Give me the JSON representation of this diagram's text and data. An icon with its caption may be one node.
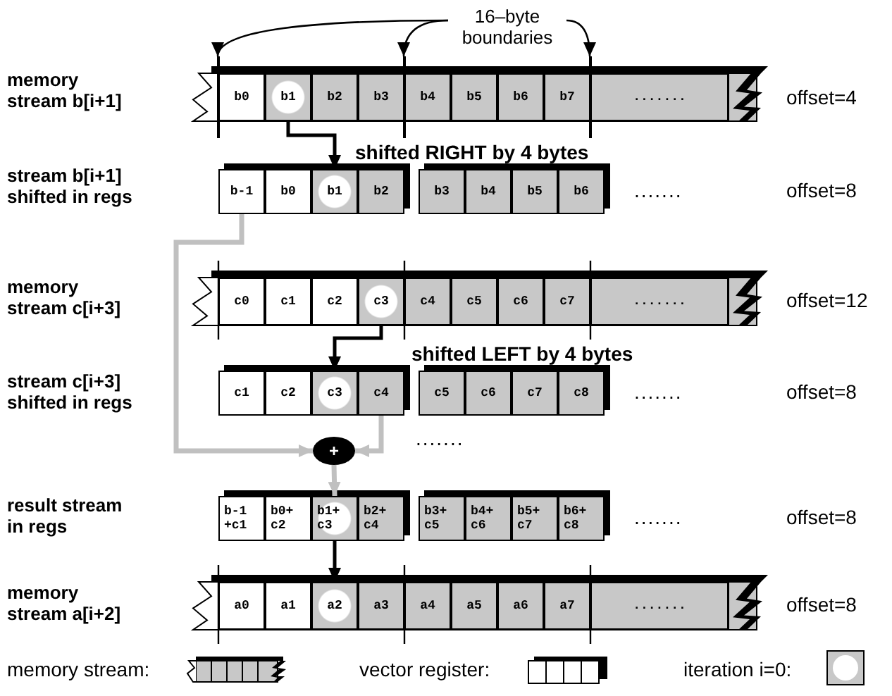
{
  "diagram": {
    "nodes": [
      {
        "text": [
          "16–byte boundaries"
        ]
      },
      {
        "text": [
          "b0"
        ]
      },
      {
        "text": [
          "b1"
        ]
      },
      {
        "text": [
          "b2"
        ]
      },
      {
        "text": [
          "b3"
        ]
      },
      {
        "text": [
          "b4"
        ]
      },
      {
        "text": [
          "b5"
        ]
      },
      {
        "text": [
          "b6"
        ]
      },
      {
        "text": [
          "b7"
        ]
      },
      {
        "text": [
          "......."
        ]
      },
      {
        "text": [
          "b-1"
        ]
      },
      {
        "text": [
          "b0"
        ]
      },
      {
        "text": [
          "b1"
        ]
      },
      {
        "text": [
          "b2"
        ]
      },
      {
        "text": [
          "b3"
        ]
      },
      {
        "text": [
          "b4"
        ]
      },
      {
        "text": [
          "b5"
        ]
      },
      {
        "text": [
          "b6"
        ]
      },
      {
        "text": [
          "c0"
        ]
      },
      {
        "text": [
          "c1"
        ]
      },
      {
        "text": [
          "c2"
        ]
      },
      {
        "text": [
          "c3"
        ]
      },
      {
        "text": [
          "c4"
        ]
      },
      {
        "text": [
          "c5"
        ]
      },
      {
        "text": [
          "c6"
        ]
      },
      {
        "text": [
          "c7"
        ]
      },
      {
        "text": [
          "......."
        ]
      },
      {
        "text": [
          "c1"
        ]
      },
      {
        "text": [
          "c2"
        ]
      },
      {
        "text": [
          "c3"
        ]
      },
      {
        "text": [
          "c4"
        ]
      },
      {
        "text": [
          "c5"
        ]
      },
      {
        "text": [
          "c6"
        ]
      },
      {
        "text": [
          "c7"
        ]
      },
      {
        "text": [
          "c8"
        ]
      },
      {
        "text": [
          "+"
        ]
      },
      {
        "text": [
          "b-1 +c1"
        ]
      },
      {
        "text": [
          "b0+ c2"
        ]
      },
      {
        "text": [
          "b1+ c3"
        ]
      },
      {
        "text": [
          "b2+ c4"
        ]
      },
      {
        "text": [
          "b3+ c5"
        ]
      },
      {
        "text": [
          "b4+ c6"
        ]
      },
      {
        "text": [
          "b5+ c7"
        ]
      },
      {
        "text": [
          "b6+ c8"
        ]
      },
      {
        "text": [
          "a0"
        ]
      },
      {
        "text": [
          "a1"
        ]
      },
      {
        "text": [
          "a2"
        ]
      },
      {
        "text": [
          "a3"
        ]
      },
      {
        "text": [
          "a4"
        ]
      },
      {
        "text": [
          "a5"
        ]
      },
      {
        "text": [
          "a6"
        ]
      },
      {
        "text": [
          "a7"
        ]
      },
      {
        "text": [
          "......."
        ]
      },
      {
        "text": [],
        "shape": "line"
      },
      {
        "text": [],
        "shape": "line"
      },
      {
        "text": [],
        "shape": "line"
      }
    ],
    "edges": [
      {
        "from": 0,
        "to": 53,
        "arrow": "to"
      },
      {
        "from": 0,
        "to": 54,
        "arrow": "to"
      },
      {
        "from": 0,
        "to": 55,
        "arrow": "to"
      },
      {
        "from": 2,
        "to": 12,
        "arrow": "to",
        "label": "shifted RIGHT by 4 bytes"
      },
      {
        "from": 21,
        "to": 29,
        "arrow": "to",
        "label": "shifted LEFT by 4 bytes"
      },
      {
        "from": 10,
        "to": 35,
        "arrow": "to",
        "color": "#c0c0c0"
      },
      {
        "from": 30,
        "to": 35,
        "arrow": "to",
        "color": "#c0c0c0"
      },
      {
        "from": 35,
        "to": 38,
        "arrow": "to",
        "color": "#c0c0c0"
      },
      {
        "from": 38,
        "to": 46,
        "arrow": "to"
      }
    ],
    "labels": [
      "memory stream b[i+1]",
      "offset=4",
      "stream b[i+1] shifted in regs",
      ".......",
      "offset=8",
      "memory stream c[i+3]",
      "offset=12",
      "stream c[i+3] shifted in regs",
      ".......",
      "offset=8",
      ".......",
      "result stream in regs",
      ".......",
      "offset=8",
      "memory stream a[i+2]",
      "offset=8"
    ],
    "legend": [
      {
        "text": "memory stream:"
      },
      {
        "text": "vector register:"
      },
      {
        "text": "iteration i=0:"
      }
    ]
  }
}
